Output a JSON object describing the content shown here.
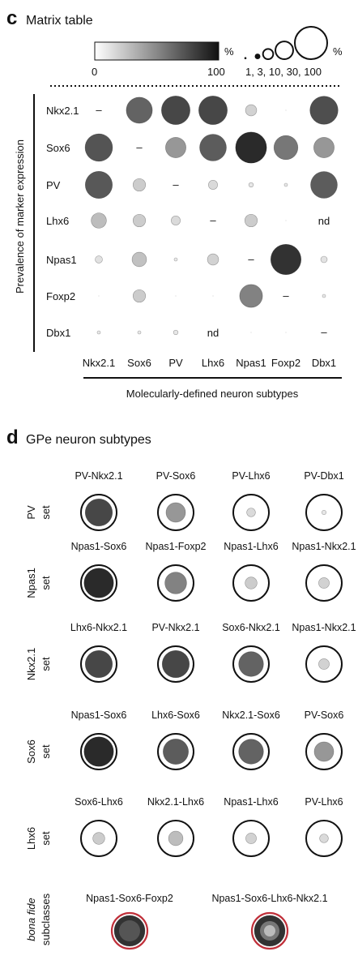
{
  "panel_c": {
    "letter": "c",
    "title": "Matrix table",
    "colorbar": {
      "min_label": "0",
      "max_label": "100",
      "unit": "%"
    },
    "sizebar": {
      "label": "1, 3, 10, 30, 100",
      "unit": "%",
      "values": [
        1,
        3,
        10,
        30,
        100
      ]
    },
    "y_axis_label": "Prevalence of marker expression",
    "x_axis_label": "Molecularly-defined neuron subtypes",
    "rows": [
      "Nkx2.1",
      "Sox6",
      "PV",
      "Lhx6",
      "Npas1",
      "Foxp2",
      "Dbx1"
    ],
    "cols": [
      "Nkx2.1",
      "Sox6",
      "PV",
      "Lhx6",
      "Npas1",
      "Foxp2",
      "Dbx1"
    ],
    "dash_symbol": "–",
    "nd_symbol": "nd"
  },
  "chart_data": {
    "type": "table",
    "title": "Matrix table",
    "xlabel": "Molecularly-defined neuron subtypes",
    "ylabel": "Prevalence of marker expression",
    "rows": [
      "Nkx2.1",
      "Sox6",
      "PV",
      "Lhx6",
      "Npas1",
      "Foxp2",
      "Dbx1"
    ],
    "cols": [
      "Nkx2.1",
      "Sox6",
      "PV",
      "Lhx6",
      "Npas1",
      "Foxp2",
      "Dbx1"
    ],
    "values_percent": [
      [
        "-",
        65,
        78,
        78,
        12,
        0,
        75
      ],
      [
        72,
        "-",
        40,
        68,
        92,
        55,
        40
      ],
      [
        70,
        15,
        "-",
        8,
        2,
        1,
        68
      ],
      [
        22,
        15,
        8,
        "-",
        15,
        0,
        "nd"
      ],
      [
        5,
        20,
        1,
        12,
        "-",
        88,
        4
      ],
      [
        0,
        15,
        0,
        0,
        50,
        "-",
        1
      ],
      [
        1,
        1,
        2,
        "nd",
        0,
        0,
        "-"
      ]
    ]
  },
  "panel_d": {
    "letter": "d",
    "title": "GPe neuron subtypes",
    "sets": [
      {
        "label_main": "PV",
        "label_sub": "set",
        "items": [
          {
            "name": "PV-Nkx2.1",
            "pct": 78
          },
          {
            "name": "PV-Sox6",
            "pct": 40
          },
          {
            "name": "PV-Lhx6",
            "pct": 8
          },
          {
            "name": "PV-Dbx1",
            "pct": 2
          }
        ]
      },
      {
        "label_main": "Npas1",
        "label_sub": "set",
        "items": [
          {
            "name": "Npas1-Sox6",
            "pct": 92
          },
          {
            "name": "Npas1-Foxp2",
            "pct": 50
          },
          {
            "name": "Npas1-Lhx6",
            "pct": 15
          },
          {
            "name": "Npas1-Nkx2.1",
            "pct": 12
          }
        ]
      },
      {
        "label_main": "Nkx2.1",
        "label_sub": "set",
        "items": [
          {
            "name": "Lhx6-Nkx2.1",
            "pct": 78
          },
          {
            "name": "PV-Nkx2.1",
            "pct": 78
          },
          {
            "name": "Sox6-Nkx2.1",
            "pct": 65
          },
          {
            "name": "Npas1-Nkx2.1",
            "pct": 12
          }
        ]
      },
      {
        "label_main": "Sox6",
        "label_sub": "set",
        "items": [
          {
            "name": "Npas1-Sox6",
            "pct": 92
          },
          {
            "name": "Lhx6-Sox6",
            "pct": 68
          },
          {
            "name": "Nkx2.1-Sox6",
            "pct": 65
          },
          {
            "name": "PV-Sox6",
            "pct": 40
          }
        ]
      },
      {
        "label_main": "Lhx6",
        "label_sub": "set",
        "items": [
          {
            "name": "Sox6-Lhx6",
            "pct": 15
          },
          {
            "name": "Nkx2.1-Lhx6",
            "pct": 22
          },
          {
            "name": "Npas1-Lhx6",
            "pct": 12
          },
          {
            "name": "PV-Lhx6",
            "pct": 8
          }
        ]
      }
    ],
    "subclasses": {
      "label_main": "bona fide",
      "label_sub": "subclasses",
      "items": [
        {
          "name": "Npas1-Sox6-Foxp2",
          "pct": 88
        },
        {
          "name": "Npas1-Sox6-Lhx6-Nkx2.1",
          "pct": 88
        }
      ],
      "ring_color": "#c0303a"
    }
  }
}
